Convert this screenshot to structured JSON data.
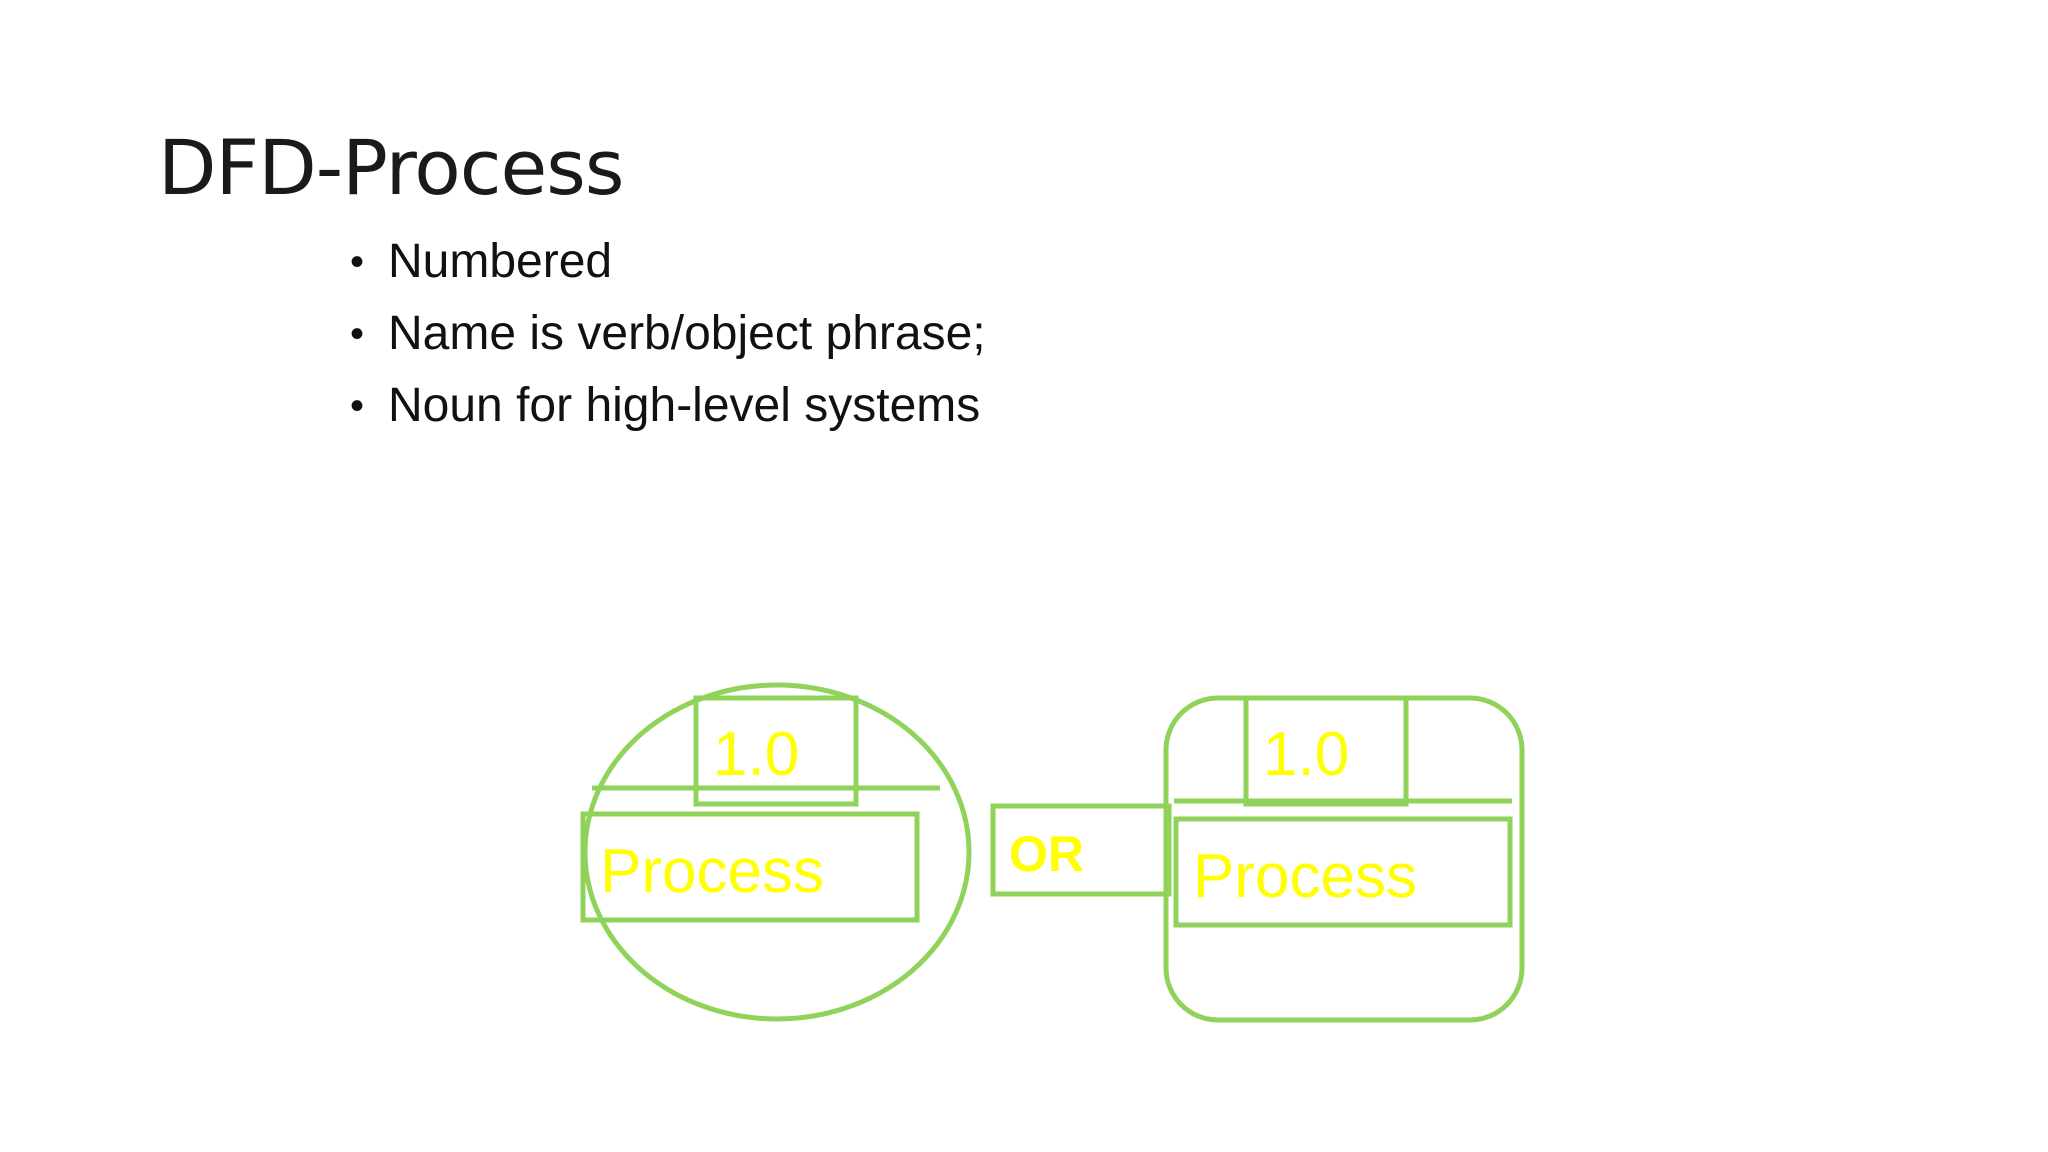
{
  "slide": {
    "title": "DFD-Process",
    "bullets": [
      "Numbered",
      "Name is verb/object phrase;",
      "Noun for high-level systems"
    ]
  },
  "diagram": {
    "left_symbol": {
      "shape": "circle",
      "number": "1.0",
      "label": "Process"
    },
    "separator": "OR",
    "right_symbol": {
      "shape": "rounded-rectangle",
      "number": "1.0",
      "label": "Process"
    },
    "colors": {
      "outline": "#8fd35a",
      "text": "#ffff00"
    }
  }
}
